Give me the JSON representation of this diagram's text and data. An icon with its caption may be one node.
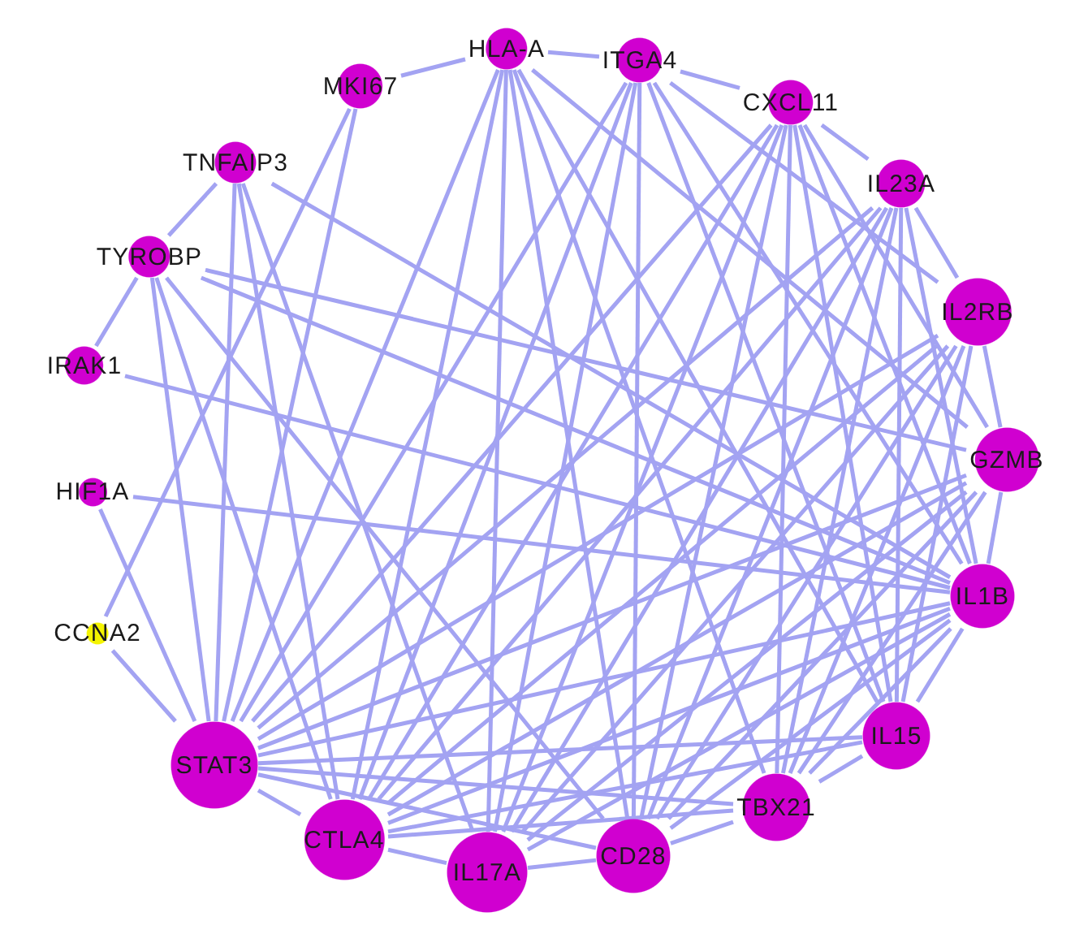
{
  "diagram": {
    "nodes": [
      {
        "text": [
          "HLA-A"
        ]
      },
      {
        "text": [
          "ITGA4"
        ]
      },
      {
        "text": [
          "CXCL11"
        ]
      },
      {
        "text": [
          "IL23A"
        ]
      },
      {
        "text": [
          "IL2RB"
        ]
      },
      {
        "text": [
          "GZMB"
        ]
      },
      {
        "text": [
          "IL1B"
        ]
      },
      {
        "text": [
          "IL15"
        ]
      },
      {
        "text": [
          "TBX21"
        ]
      },
      {
        "text": [
          "CD28"
        ]
      },
      {
        "text": [
          "IL17A"
        ]
      },
      {
        "text": [
          "CTLA4"
        ]
      },
      {
        "text": [
          "STAT3"
        ]
      },
      {
        "text": [
          "CCNA2"
        ]
      },
      {
        "text": [
          "HIF1A"
        ]
      },
      {
        "text": [
          "IRAK1"
        ]
      },
      {
        "text": [
          "TYROBP"
        ]
      },
      {
        "text": [
          "TNFAIP3"
        ]
      },
      {
        "text": [
          "MKI67"
        ]
      }
    ],
    "edges": [
      {
        "from": 12,
        "to": 11,
        "arrow": "none"
      },
      {
        "from": 12,
        "to": 9,
        "arrow": "none"
      },
      {
        "from": 12,
        "to": 8,
        "arrow": "none"
      },
      {
        "from": 12,
        "to": 7,
        "arrow": "none"
      },
      {
        "from": 12,
        "to": 6,
        "arrow": "none"
      },
      {
        "from": 12,
        "to": 5,
        "arrow": "none"
      },
      {
        "from": 12,
        "to": 4,
        "arrow": "none"
      },
      {
        "from": 12,
        "to": 3,
        "arrow": "none"
      },
      {
        "from": 12,
        "to": 2,
        "arrow": "none"
      },
      {
        "from": 12,
        "to": 1,
        "arrow": "none"
      },
      {
        "from": 12,
        "to": 0,
        "arrow": "none"
      },
      {
        "from": 12,
        "to": 18,
        "arrow": "none"
      },
      {
        "from": 12,
        "to": 17,
        "arrow": "none"
      },
      {
        "from": 12,
        "to": 16,
        "arrow": "none"
      },
      {
        "from": 12,
        "to": 14,
        "arrow": "none"
      },
      {
        "from": 12,
        "to": 13,
        "arrow": "none"
      },
      {
        "from": 11,
        "to": 10,
        "arrow": "none"
      },
      {
        "from": 11,
        "to": 8,
        "arrow": "none"
      },
      {
        "from": 11,
        "to": 7,
        "arrow": "none"
      },
      {
        "from": 11,
        "to": 6,
        "arrow": "none"
      },
      {
        "from": 11,
        "to": 5,
        "arrow": "none"
      },
      {
        "from": 11,
        "to": 4,
        "arrow": "none"
      },
      {
        "from": 11,
        "to": 3,
        "arrow": "none"
      },
      {
        "from": 11,
        "to": 2,
        "arrow": "none"
      },
      {
        "from": 11,
        "to": 1,
        "arrow": "none"
      },
      {
        "from": 11,
        "to": 0,
        "arrow": "none"
      },
      {
        "from": 11,
        "to": 16,
        "arrow": "none"
      },
      {
        "from": 11,
        "to": 17,
        "arrow": "none"
      },
      {
        "from": 10,
        "to": 9,
        "arrow": "none"
      },
      {
        "from": 10,
        "to": 6,
        "arrow": "none"
      },
      {
        "from": 10,
        "to": 5,
        "arrow": "none"
      },
      {
        "from": 10,
        "to": 4,
        "arrow": "none"
      },
      {
        "from": 10,
        "to": 3,
        "arrow": "none"
      },
      {
        "from": 10,
        "to": 2,
        "arrow": "none"
      },
      {
        "from": 10,
        "to": 1,
        "arrow": "none"
      },
      {
        "from": 10,
        "to": 0,
        "arrow": "none"
      },
      {
        "from": 10,
        "to": 17,
        "arrow": "none"
      },
      {
        "from": 9,
        "to": 8,
        "arrow": "none"
      },
      {
        "from": 9,
        "to": 6,
        "arrow": "none"
      },
      {
        "from": 9,
        "to": 5,
        "arrow": "none"
      },
      {
        "from": 9,
        "to": 4,
        "arrow": "none"
      },
      {
        "from": 9,
        "to": 3,
        "arrow": "none"
      },
      {
        "from": 9,
        "to": 2,
        "arrow": "none"
      },
      {
        "from": 9,
        "to": 1,
        "arrow": "none"
      },
      {
        "from": 9,
        "to": 0,
        "arrow": "none"
      },
      {
        "from": 9,
        "to": 16,
        "arrow": "none"
      },
      {
        "from": 8,
        "to": 7,
        "arrow": "none"
      },
      {
        "from": 8,
        "to": 6,
        "arrow": "none"
      },
      {
        "from": 8,
        "to": 5,
        "arrow": "none"
      },
      {
        "from": 8,
        "to": 4,
        "arrow": "none"
      },
      {
        "from": 8,
        "to": 3,
        "arrow": "none"
      },
      {
        "from": 8,
        "to": 2,
        "arrow": "none"
      },
      {
        "from": 8,
        "to": 0,
        "arrow": "none"
      },
      {
        "from": 7,
        "to": 6,
        "arrow": "none"
      },
      {
        "from": 7,
        "to": 4,
        "arrow": "none"
      },
      {
        "from": 7,
        "to": 3,
        "arrow": "none"
      },
      {
        "from": 7,
        "to": 2,
        "arrow": "none"
      },
      {
        "from": 7,
        "to": 1,
        "arrow": "none"
      },
      {
        "from": 7,
        "to": 0,
        "arrow": "none"
      },
      {
        "from": 6,
        "to": 5,
        "arrow": "none"
      },
      {
        "from": 6,
        "to": 3,
        "arrow": "none"
      },
      {
        "from": 6,
        "to": 2,
        "arrow": "none"
      },
      {
        "from": 6,
        "to": 1,
        "arrow": "none"
      },
      {
        "from": 6,
        "to": 14,
        "arrow": "none"
      },
      {
        "from": 6,
        "to": 15,
        "arrow": "none"
      },
      {
        "from": 6,
        "to": 16,
        "arrow": "none"
      },
      {
        "from": 6,
        "to": 17,
        "arrow": "none"
      },
      {
        "from": 5,
        "to": 4,
        "arrow": "none"
      },
      {
        "from": 5,
        "to": 2,
        "arrow": "none"
      },
      {
        "from": 5,
        "to": 0,
        "arrow": "none"
      },
      {
        "from": 5,
        "to": 16,
        "arrow": "none"
      },
      {
        "from": 4,
        "to": 3,
        "arrow": "none"
      },
      {
        "from": 4,
        "to": 1,
        "arrow": "none"
      },
      {
        "from": 3,
        "to": 2,
        "arrow": "none"
      },
      {
        "from": 2,
        "to": 1,
        "arrow": "none"
      },
      {
        "from": 1,
        "to": 0,
        "arrow": "none"
      },
      {
        "from": 0,
        "to": 18,
        "arrow": "none"
      },
      {
        "from": 18,
        "to": 13,
        "arrow": "none"
      },
      {
        "from": 16,
        "to": 17,
        "arrow": "none"
      },
      {
        "from": 16,
        "to": 15,
        "arrow": "none"
      }
    ]
  }
}
